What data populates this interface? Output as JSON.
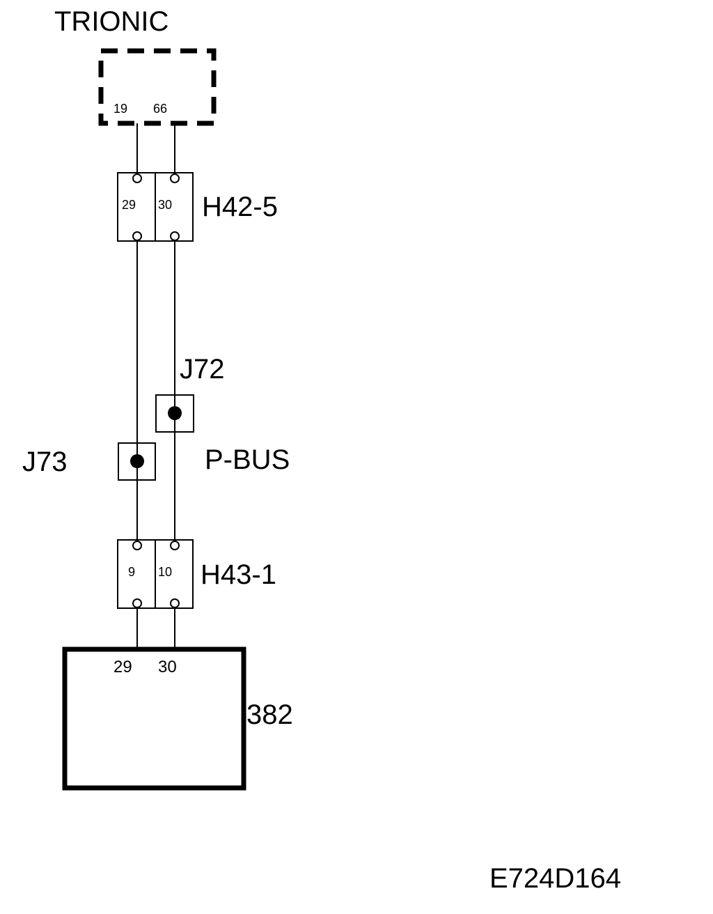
{
  "diagram": {
    "trionic": {
      "label": "TRIONIC",
      "pins": [
        "19",
        "66"
      ]
    },
    "connector_h42_5": {
      "label": "H42-5",
      "pins": [
        "29",
        "30"
      ]
    },
    "splice_j72": {
      "label": "J72"
    },
    "splice_j73": {
      "label": "J73"
    },
    "bus_label": "P-BUS",
    "connector_h43_1": {
      "label": "H43-1",
      "pins": [
        "9",
        "10"
      ]
    },
    "unit_382": {
      "label": "382",
      "pins": [
        "29",
        "30"
      ]
    },
    "figure_id": "E724D164"
  }
}
